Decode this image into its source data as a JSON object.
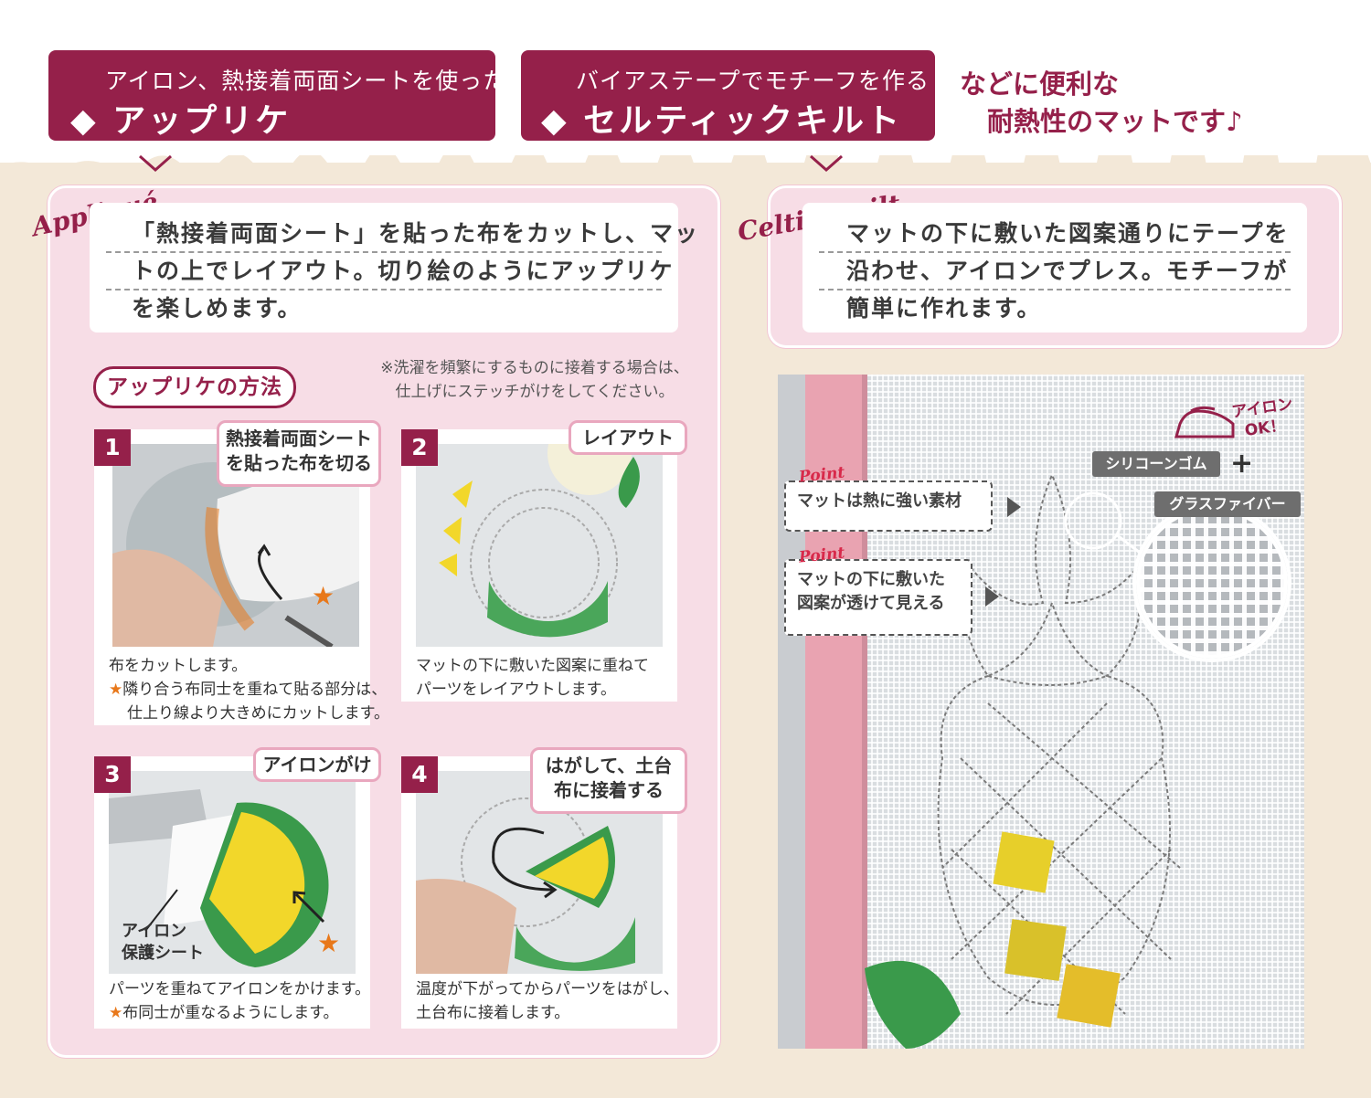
{
  "header": {
    "applique_tag": {
      "sub": "アイロン、熱接着両面シートを使った",
      "main": "◆ アップリケ"
    },
    "celtic_tag": {
      "sub": "バイアステープでモチーフを作る",
      "main": "◆ セルティックキルト"
    },
    "handy_lines": [
      "などに便利な",
      "耐熱性のマットです♪"
    ]
  },
  "applique": {
    "script_label": "Appliqué",
    "intro_lines": [
      "「熱接着両面シート」を貼った布をカットし、マッ",
      "トの上でレイアウト。切り絵のようにアップリケ",
      "を楽しめます。"
    ],
    "method_title": "アップリケの方法",
    "note_lines": [
      "※洗濯を頻繁にするものに接着する場合は、",
      "仕上げにステッチがけをしてください。"
    ],
    "steps": [
      {
        "num": "1",
        "label_lines": [
          "熱接着両面シート",
          "を貼った布を切る"
        ],
        "caption_lines": [
          "布をカットします。",
          "隣り合う布同士を重ねて貼る部分は、",
          "仕上り線より大きめにカットします。"
        ],
        "star_mark": "★"
      },
      {
        "num": "2",
        "label_lines": [
          "レイアウト"
        ],
        "caption_lines": [
          "マットの下に敷いた図案に重ねて",
          "パーツをレイアウトします。"
        ]
      },
      {
        "num": "3",
        "label_lines": [
          "アイロンがけ"
        ],
        "photo_text_lines": [
          "アイロン",
          "保護シート"
        ],
        "caption_lines": [
          "パーツを重ねてアイロンをかけます。",
          "布同士が重なるようにします。"
        ],
        "star_mark": "★"
      },
      {
        "num": "4",
        "label_lines": [
          "はがして、土台",
          "布に接着する"
        ],
        "caption_lines": [
          "温度が下がってからパーツをはがし、",
          "土台布に接着します。"
        ]
      }
    ]
  },
  "celtic": {
    "script_label": "Celtic Quilt",
    "intro_lines": [
      "マットの下に敷いた図案通りにテープを",
      "沿わせ、アイロンでプレス。モチーフが",
      "簡単に作れます。"
    ],
    "points": [
      {
        "tag": "Point",
        "lines": [
          "マットは熱に強い素材"
        ]
      },
      {
        "tag": "Point",
        "lines": [
          "マットの下に敷いた",
          "図案が透けて見える"
        ]
      }
    ],
    "iron_ok": [
      "アイロン",
      "OK！"
    ],
    "silicone_tag": "シリコーンゴム",
    "plus": "+",
    "fiber_tag": "グラスファイバー"
  }
}
